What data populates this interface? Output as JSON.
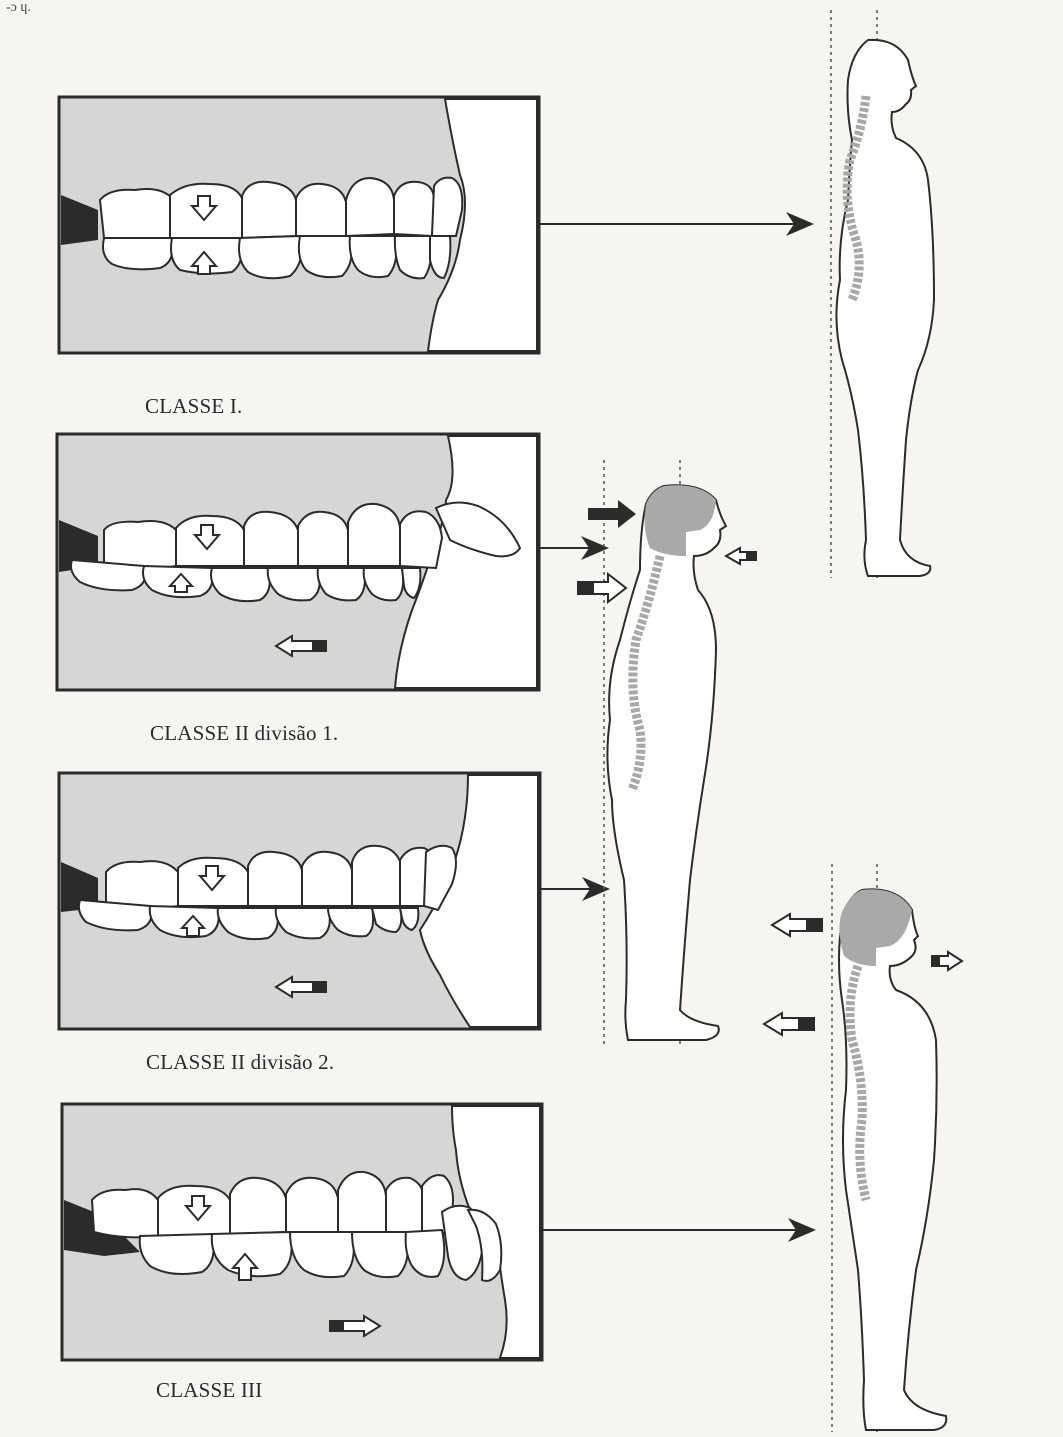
{
  "corner_mark": "-ɔ ɥ.",
  "panels": [
    {
      "id": "classe-1",
      "caption": "CLASSE I."
    },
    {
      "id": "classe-2-div-1",
      "caption": "CLASSE II divisão 1."
    },
    {
      "id": "classe-2-div-2",
      "caption": "CLASSE II divisão 2."
    },
    {
      "id": "classe-3",
      "caption": "CLASSE III"
    }
  ],
  "colors": {
    "panel_fill": "#d6d6d4",
    "panel_border": "#2b2b2b",
    "tooth_fill": "#ffffff",
    "spine": "#a8a8a8",
    "head_shade": "#a9a9a9",
    "guide_line": "#555555"
  },
  "icons": [
    "arrow-down-icon",
    "arrow-up-icon",
    "arrow-left-icon",
    "arrow-right-icon",
    "connector-arrow-icon"
  ]
}
